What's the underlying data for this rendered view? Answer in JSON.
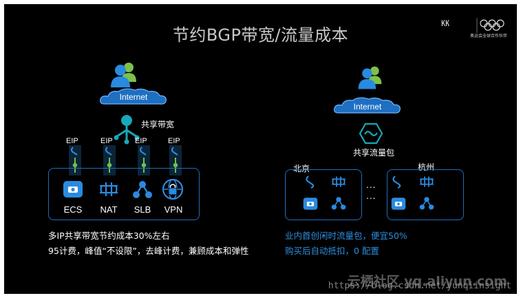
{
  "slide": {
    "title": "节约BGP带宽/流量成本",
    "logo_caption": "奥运会全球合作伙伴"
  },
  "left": {
    "cloud_label": "Internet",
    "hub_label": "共享带宽",
    "eips": [
      "EIP",
      "EIP",
      "EIP",
      "EIP"
    ],
    "services": [
      "ECS",
      "NAT",
      "SLB",
      "VPN"
    ],
    "notes": [
      "多IP共享带宽节约成本30%左右",
      "95计费，峰值“不设限”，去峰计费，兼顾成本和弹性"
    ]
  },
  "right": {
    "cloud_label": "Internet",
    "package_label": "共享流量包",
    "region_left": "北京",
    "region_right": "杭州",
    "ellipsis": "...",
    "notes": [
      "业内首创闲时流量包，便宜50%",
      "购买后自动抵扣，0 配置"
    ]
  },
  "watermark": {
    "url": "https://blog.csdn.net/yunqiinsight",
    "site": "云栖社区 yq.aliyun.com"
  },
  "colors": {
    "accent_blue": "#2a8ae0",
    "box_border": "#1f6dbb",
    "teal": "#1aa7b8",
    "link_green": "#6cc24a"
  }
}
